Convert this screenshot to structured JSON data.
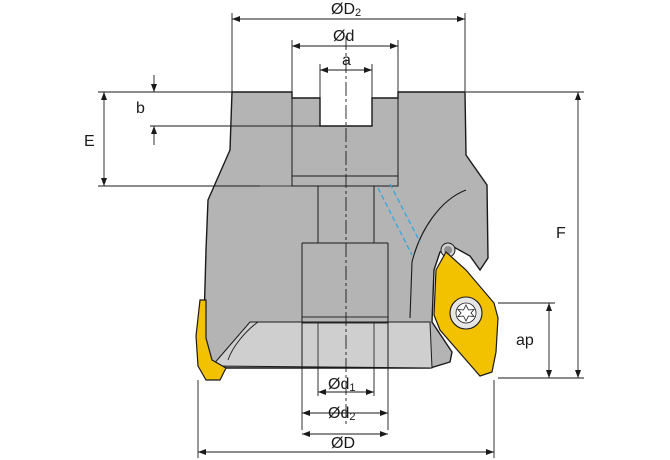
{
  "labels": {
    "D2": "ØD",
    "D2_sub": "2",
    "d": "Ød",
    "a": "a",
    "b": "b",
    "E": "E",
    "F": "F",
    "ap": "ap",
    "d1": "Ød",
    "d1_sub": "1",
    "d2": "Ød",
    "d2_sub": "2",
    "D": "ØD"
  },
  "colors": {
    "body": "#b4b4b4",
    "body_light": "#cfcfcf",
    "outline": "#1a1a1a",
    "insert": "#f2c200",
    "coolant": "#2fa8e0",
    "dim": "#1a1a1a"
  }
}
